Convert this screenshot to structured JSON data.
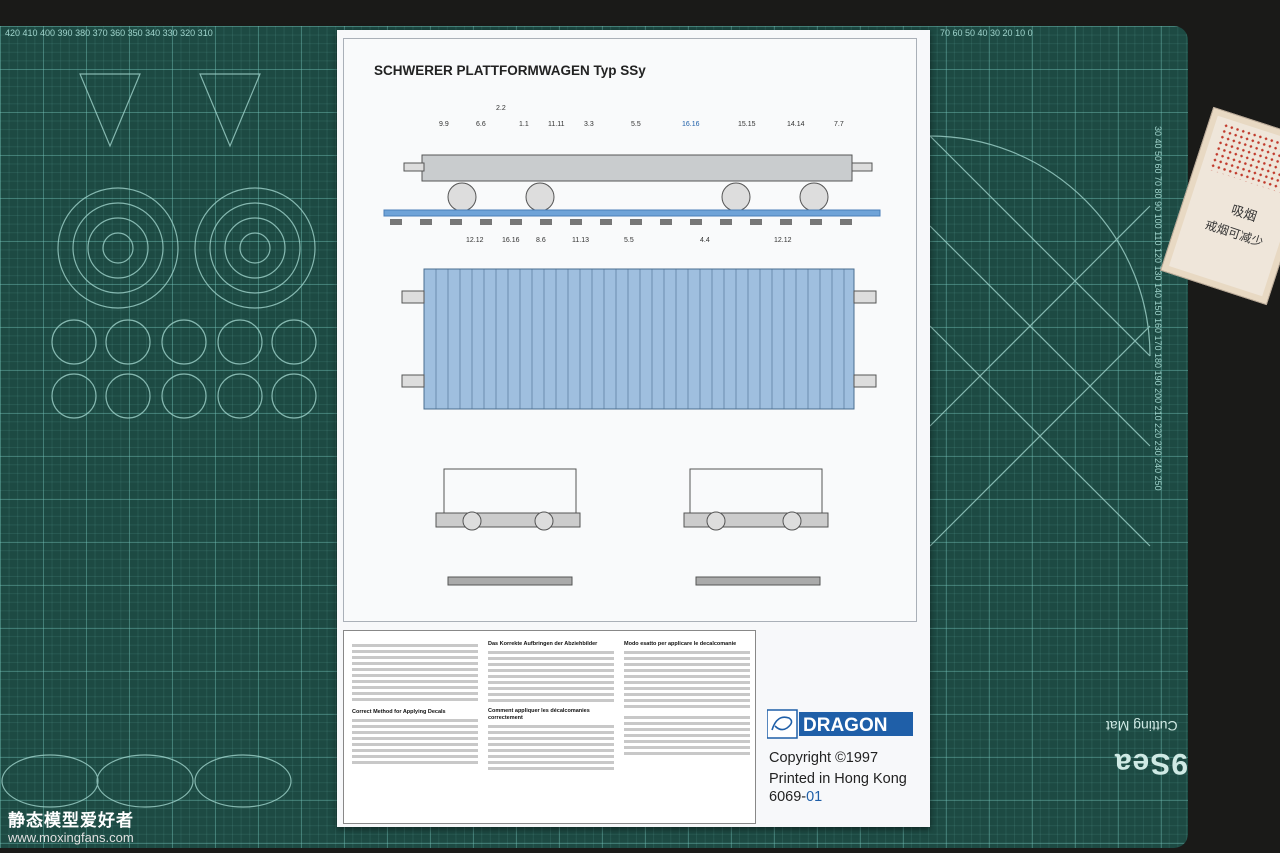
{
  "sheet": {
    "title": "SCHWERER PLATTFORMWAGEN Typ SSy",
    "decal_callouts_top": [
      "9.9",
      "6.6",
      "2.2",
      "1.1",
      "11.11",
      "3.3",
      "5.5",
      "16.16",
      "15.15",
      "14.14",
      "7.7"
    ],
    "decal_callouts_bottom": [
      "12.12",
      "16.16",
      "8.6",
      "11.13",
      "5.5",
      "4.4",
      "12.12"
    ],
    "section_headings": {
      "english": "Correct Method for Applying Decals",
      "german": "Das Korrekte Aufbringen der Abziehbilder",
      "french": "Comment appliquer les décalcomanies correctement",
      "italian": "Modo esatto per applicare le decalcomanie"
    },
    "copyright": "Copyright ©1997",
    "printed": "Printed in Hong Kong",
    "code_main": "6069-",
    "code_suffix": "01",
    "logo_text": "DRAGON"
  },
  "mat": {
    "brand": "9Sea",
    "sub": "Cutting Mat"
  },
  "watermark": {
    "title": "静态模型爱好者",
    "url": "www.moxingfans.com"
  },
  "box": {
    "text1": "吸烟",
    "text2": "戒烟可减少"
  }
}
